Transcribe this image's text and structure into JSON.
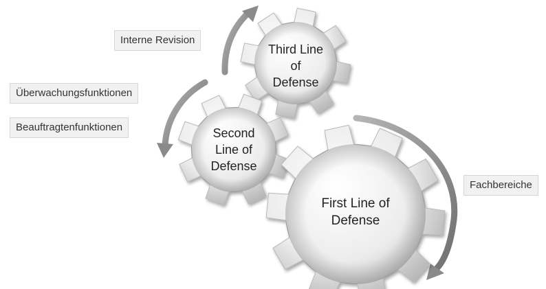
{
  "labels": {
    "interne_revision": "Interne Revision",
    "ueberwachung": "Überwachungsfunktionen",
    "beauftragten": "Beauftragtenfunktionen",
    "fachbereiche": "Fachbereiche"
  },
  "gears": {
    "third": {
      "line1": "Third Line",
      "line2": "of",
      "line3": "Defense"
    },
    "second": {
      "line1": "Second",
      "line2": "Line of",
      "line3": "Defense"
    },
    "first": {
      "line1": "First Line of",
      "line2": "Defense"
    }
  },
  "colors": {
    "gear_light": "#f7f7f7",
    "gear_dark": "#9a9a9a",
    "arrow": "#8c8c8c",
    "tag_bg": "#f1f1f1"
  }
}
